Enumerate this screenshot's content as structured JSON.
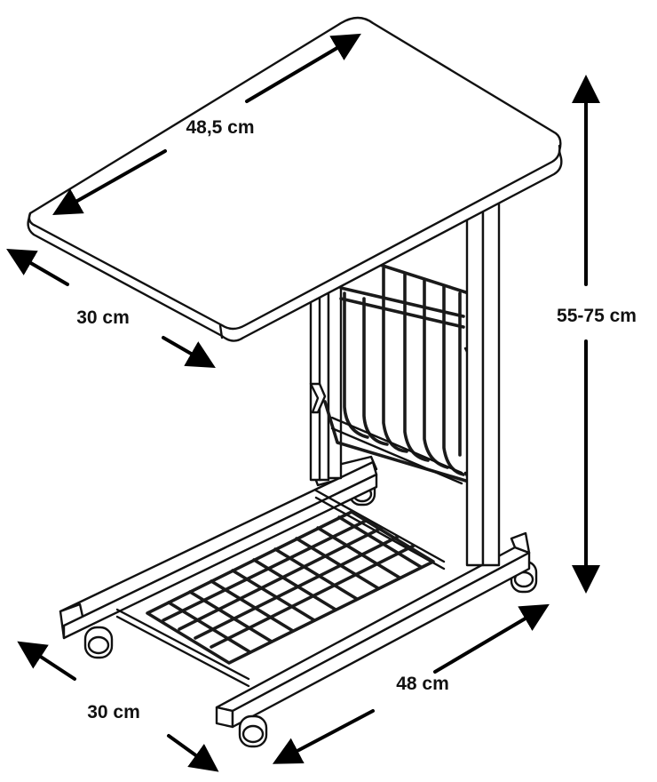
{
  "dimensions": {
    "top_length": "48,5 cm",
    "top_depth": "30 cm",
    "height": "55-75 cm",
    "base_depth": "30 cm",
    "base_length": "48 cm"
  }
}
